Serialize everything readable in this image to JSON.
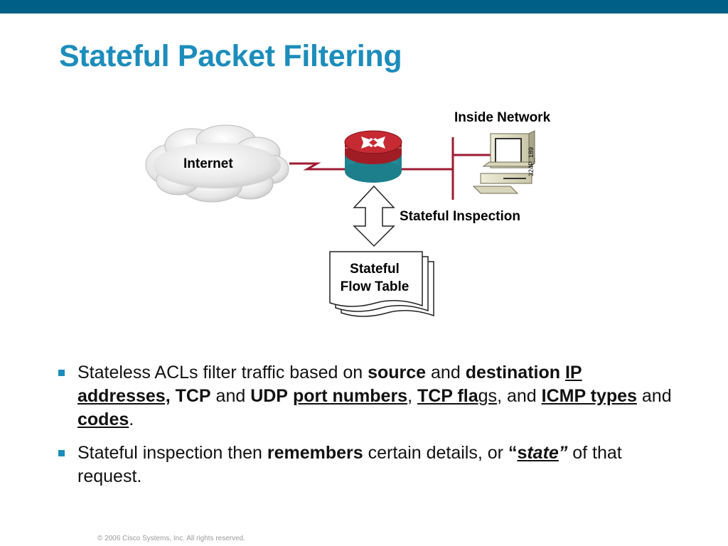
{
  "slide": {
    "title": "Stateful Packet Filtering",
    "footer": "© 2006 Cisco Systems, Inc. All rights reserved."
  },
  "diagram": {
    "internet_label": "Internet",
    "inside_label": "Inside Network",
    "inspection_label": "Stateful Inspection",
    "flow_table_line1": "Stateful",
    "flow_table_line2": "Flow Table",
    "figure_code": "324P_189",
    "colors": {
      "router_red": "#b3202a",
      "router_teal": "#2b9aa6",
      "link": "#9e1b32",
      "cloud": "#e6e6e6"
    }
  },
  "bullets": [
    {
      "runs": [
        {
          "t": "Stateless ACLs filter traffic based on "
        },
        {
          "t": "source",
          "b": true
        },
        {
          "t": " and "
        },
        {
          "t": "destination",
          "b": true
        },
        {
          "t": " "
        },
        {
          "t": "IP addresses,",
          "b": true,
          "u": true
        },
        {
          "t": " "
        },
        {
          "t": "TCP",
          "b": true
        },
        {
          "t": " and "
        },
        {
          "t": "UDP",
          "b": true
        },
        {
          "t": " "
        },
        {
          "t": "port numbers",
          "b": true,
          "u": true
        },
        {
          "t": ", "
        },
        {
          "t": "TCP fla",
          "b": true,
          "u": true
        },
        {
          "t": "gs",
          "u": true
        },
        {
          "t": ", and "
        },
        {
          "t": "ICMP types",
          "b": true,
          "u": true
        },
        {
          "t": " and "
        },
        {
          "t": "codes",
          "b": true,
          "u": true
        },
        {
          "t": "."
        }
      ]
    },
    {
      "runs": [
        {
          "t": "Stateful inspection then "
        },
        {
          "t": "remembers",
          "b": true
        },
        {
          "t": " certain details, or "
        },
        {
          "t": "“",
          "b": true
        },
        {
          "t": "s",
          "b": true,
          "u": true
        },
        {
          "t": "tate",
          "b": true,
          "u": true,
          "i": true
        },
        {
          "t": "”",
          "b": true,
          "i": true
        },
        {
          "t": " of that request."
        }
      ]
    }
  ]
}
